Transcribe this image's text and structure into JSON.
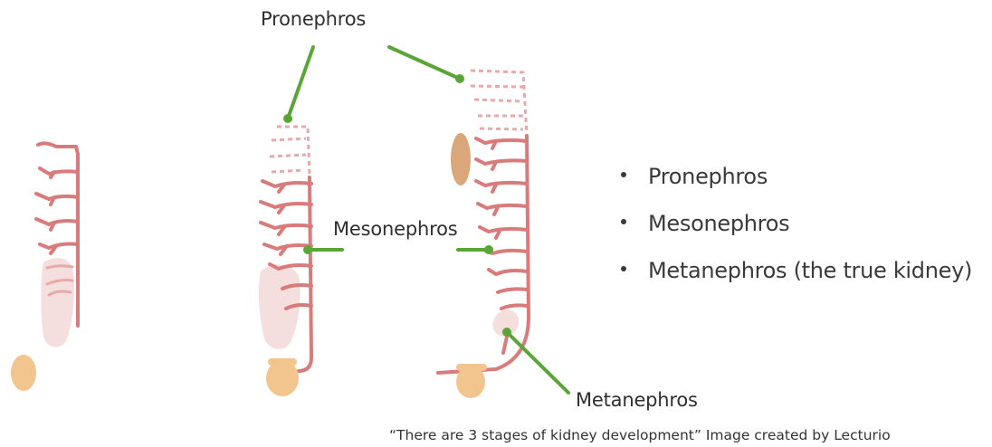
{
  "labels": {
    "pronephros": "Pronephros",
    "mesonephros": "Mesonephros",
    "metanephros": "Metanephros"
  },
  "legend": {
    "items": [
      "Pronephros",
      "Mesonephros",
      "Metanephros (the true kidney)"
    ]
  },
  "caption": "“There are 3 stages of kidney development” Image created by Lecturio",
  "colors": {
    "duct": "#d97b7b",
    "duct_faded": "#e7a9a9",
    "tissue": "#f3dcdc",
    "gonad_stage3": "#d9a77a",
    "bud": "#f2c48e",
    "pointer": "#5aa537"
  }
}
